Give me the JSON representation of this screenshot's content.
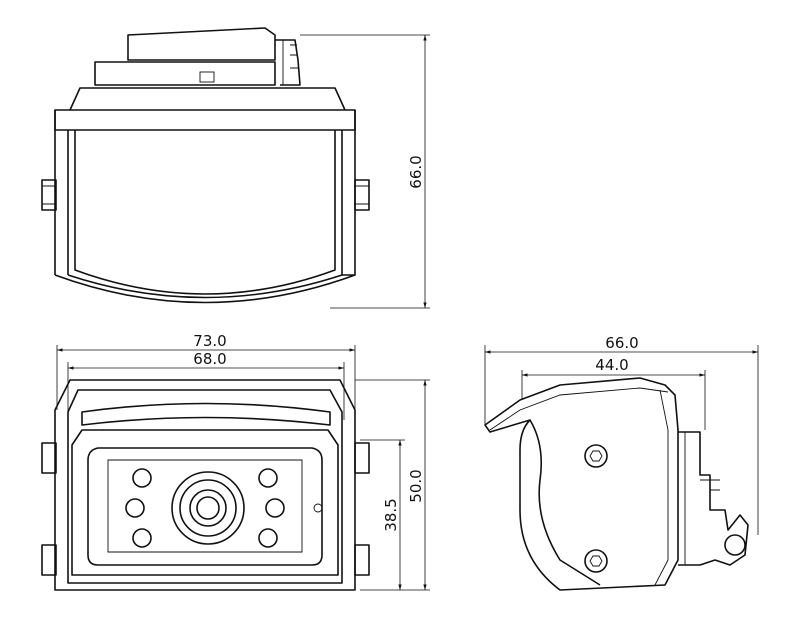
{
  "dimensions": {
    "top_view": {
      "height": "66.0"
    },
    "front_view": {
      "overall_width": "73.0",
      "inner_width": "68.0",
      "height": "50.0",
      "bracket_height": "38.5"
    },
    "side_view": {
      "overall_depth": "66.0",
      "body_depth": "44.0"
    }
  }
}
